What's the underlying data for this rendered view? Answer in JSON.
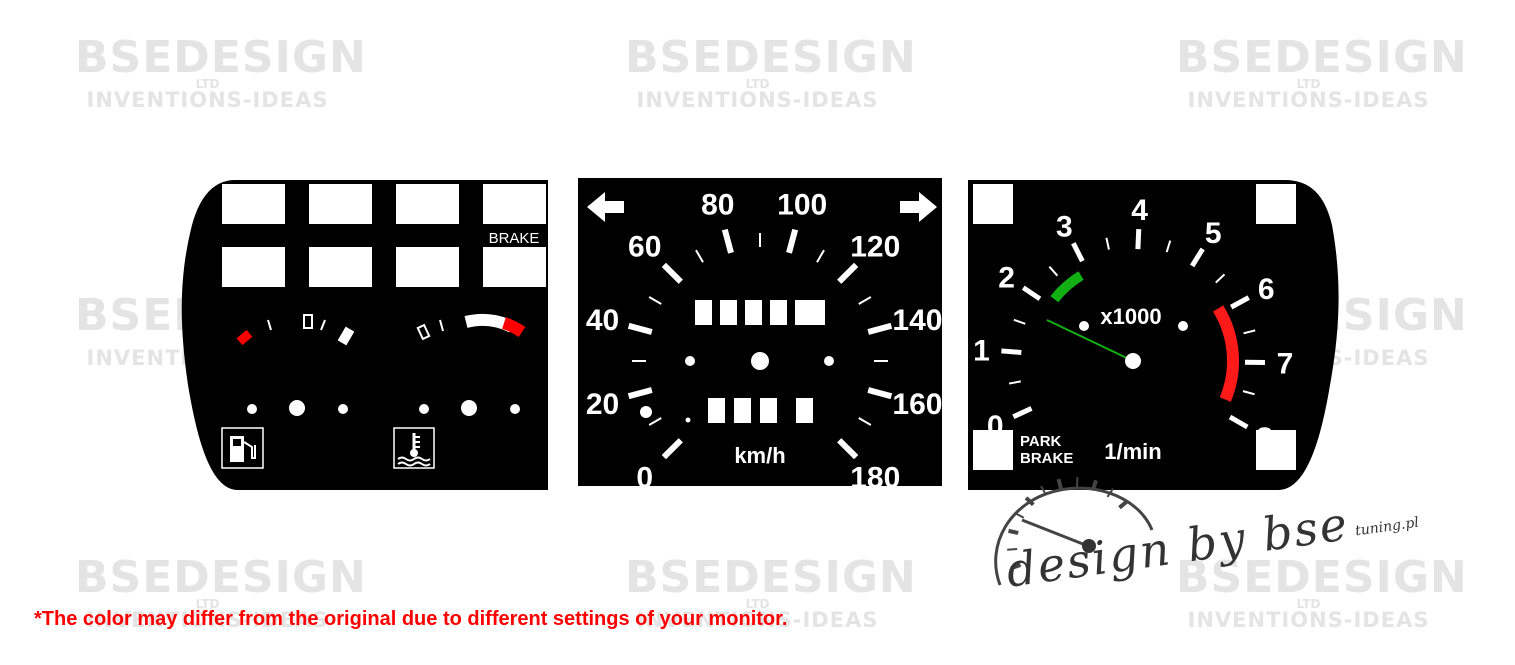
{
  "watermark": {
    "brand": "BSEDESIGN",
    "ltd": "LTD",
    "tagline": "INVENTIONS-IDEAS"
  },
  "left_panel": {
    "brake_label": "BRAKE",
    "fuel_icon": "fuel-pump-icon",
    "coolant_icon": "coolant-temperature-icon"
  },
  "speedometer": {
    "labels": [
      "0",
      "20",
      "40",
      "60",
      "80",
      "100",
      "120",
      "140",
      "160",
      "180"
    ],
    "unit": "km/h",
    "left_icon": "left-arrow-icon",
    "right_icon": "right-arrow-icon"
  },
  "tachometer": {
    "labels": [
      "0",
      "1",
      "2",
      "3",
      "4",
      "5",
      "6",
      "7",
      "8"
    ],
    "multiplier": "x1000",
    "unit": "1/min",
    "park_brake_line1": "PARK",
    "park_brake_line2": "BRAKE",
    "green_zone_color": "#13b013",
    "red_zone_color": "#ff1a1a"
  },
  "signature": {
    "text": "design by bse",
    "suffix": "tuning.pl"
  },
  "disclaimer": "*The color may differ from the original due to different settings of your monitor."
}
